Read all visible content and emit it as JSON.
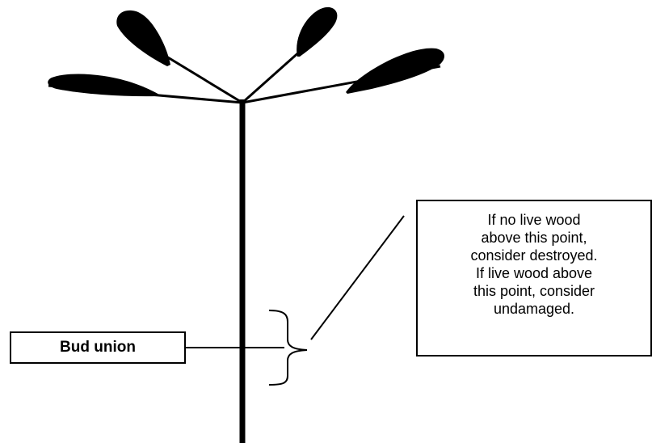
{
  "diagram": {
    "bud_union_label": "Bud union",
    "note_lines": [
      "If no live wood",
      "above this point,",
      "consider destroyed.",
      "If live wood above",
      "this point, consider",
      "undamaged."
    ],
    "colors": {
      "ink": "#000000",
      "background": "#ffffff"
    }
  }
}
